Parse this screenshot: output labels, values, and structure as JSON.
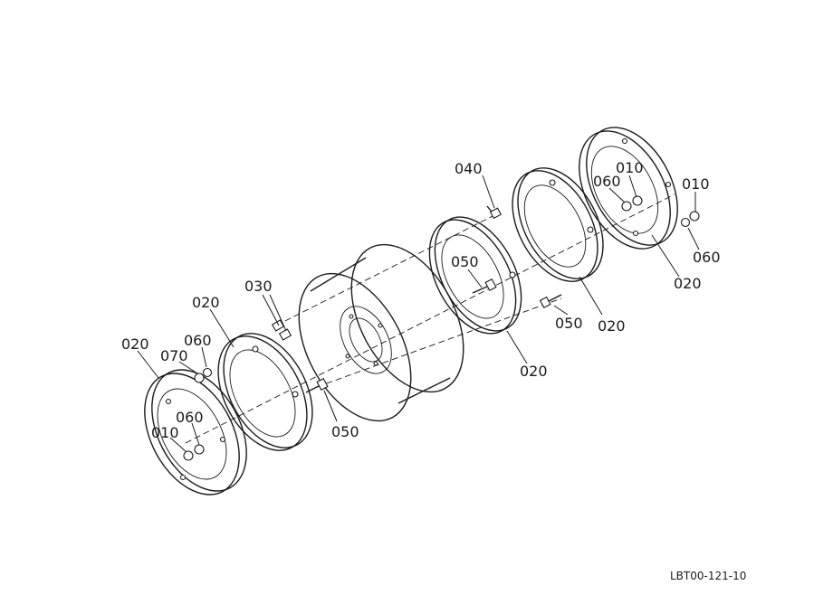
{
  "diagram_code": "LBT00-121-10",
  "callouts": {
    "c040": "040",
    "c010_top": "010",
    "c060_top": "060",
    "c010_right": "010",
    "c060_right": "060",
    "c050_upper": "050",
    "c020_far_right": "020",
    "c050_mid_right": "050",
    "c020_mid_right": "020",
    "c020_center_ring": "020",
    "c030": "030",
    "c020_left_ring": "020",
    "c020_far_left": "020",
    "c070": "070",
    "c060_left": "060",
    "c060_lower": "060",
    "c010_lower": "010",
    "c050_lower": "050"
  }
}
